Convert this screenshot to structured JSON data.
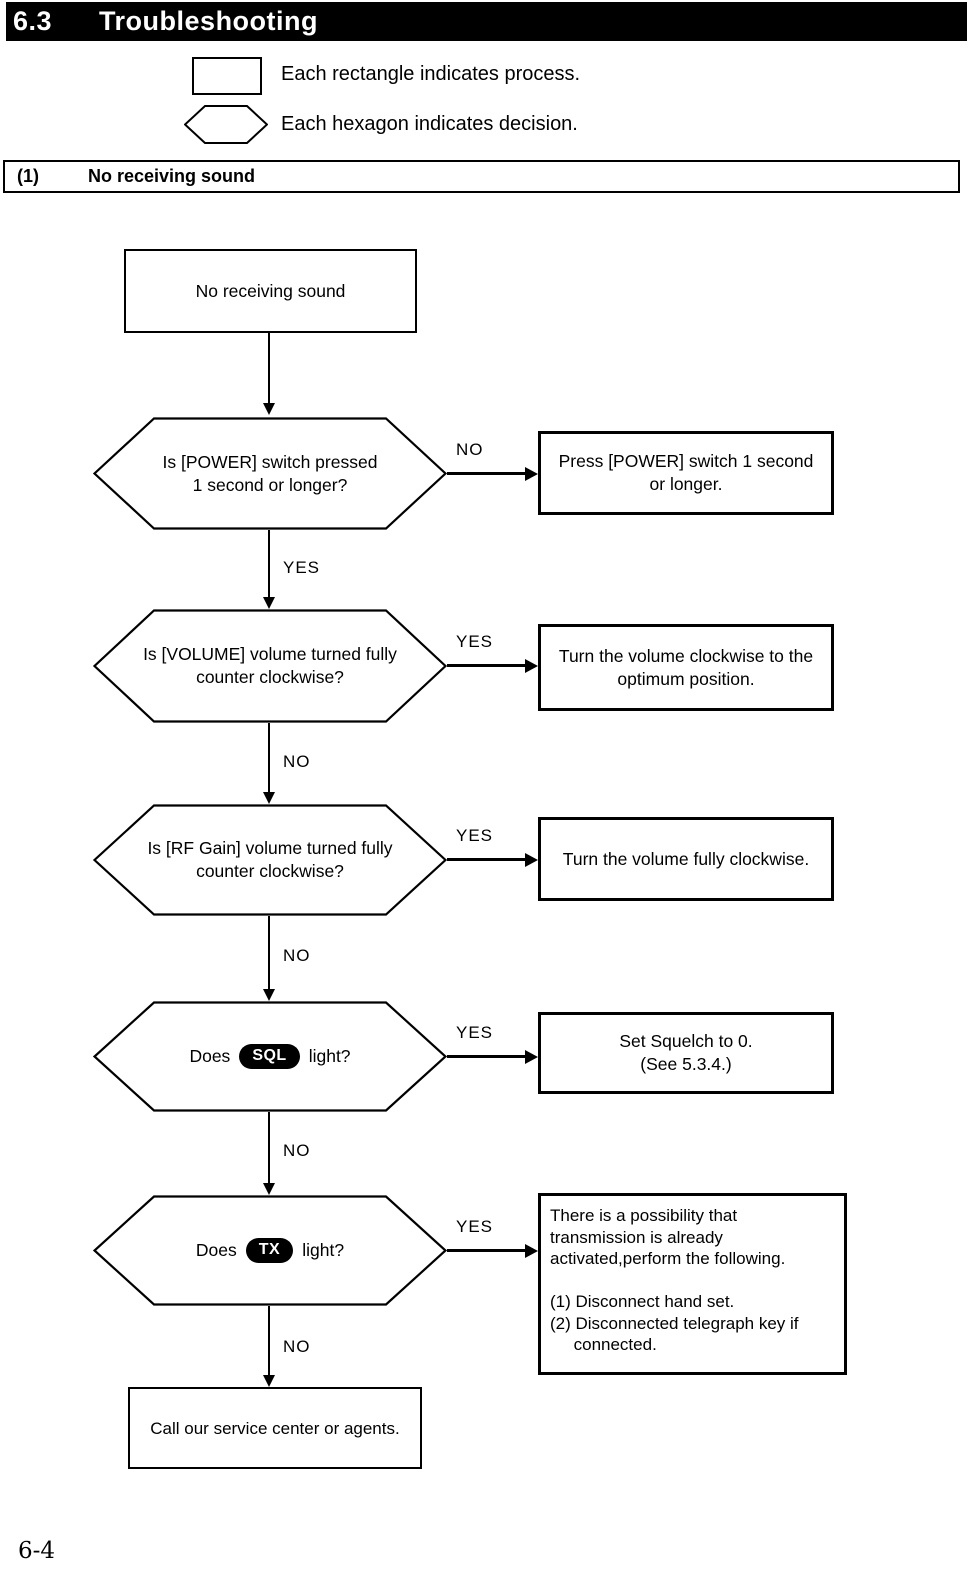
{
  "header": {
    "number": "6.3",
    "title": "Troubleshooting"
  },
  "legend": {
    "rectangle_label": "Each rectangle indicates process.",
    "hexagon_label": "Each hexagon indicates decision."
  },
  "section": {
    "number": "(1)",
    "title": "No receiving sound"
  },
  "flowchart": {
    "start": {
      "text": "No receiving sound"
    },
    "decision1": {
      "question": "Is [POWER] switch pressed\n1 second or longer?",
      "branch_right_label": "NO",
      "action": "Press [POWER] switch 1 second\nor longer.",
      "branch_down_label": "YES"
    },
    "decision2": {
      "question": "Is [VOLUME] volume turned fully\ncounter clockwise?",
      "branch_right_label": "YES",
      "action": "Turn the volume clockwise to the\noptimum position.",
      "branch_down_label": "NO"
    },
    "decision3": {
      "question": "Is [RF Gain] volume turned fully\ncounter clockwise?",
      "branch_right_label": "YES",
      "action": "Turn the volume fully clockwise.",
      "branch_down_label": "NO"
    },
    "decision4": {
      "question_prefix": "Does",
      "question_badge": "SQL",
      "question_suffix": "light?",
      "branch_right_label": "YES",
      "action": "Set Squelch to 0.\n(See 5.3.4.)",
      "branch_down_label": "NO"
    },
    "decision5": {
      "question_prefix": "Does",
      "question_badge": "TX",
      "question_suffix": "light?",
      "branch_right_label": "YES",
      "action": "There is a possibility that\ntransmission is already\nactivated,perform the following.\n\n(1) Disconnect hand set.\n(2) Disconnected telegraph key if\n     connected.",
      "branch_down_label": "NO"
    },
    "end": {
      "text": "Call our service center or agents."
    }
  },
  "footer": {
    "page_number": "6-4"
  },
  "colors": {
    "ink": "#000000",
    "paper": "#ffffff",
    "badge_bg": "#000000",
    "badge_text": "#ffffff"
  }
}
